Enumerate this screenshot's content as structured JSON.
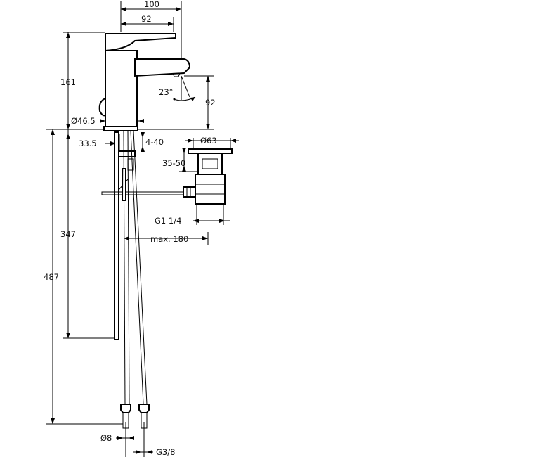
{
  "colors": {
    "line": "#000000",
    "background": "#ffffff"
  },
  "dimensions": {
    "width_total": "100",
    "width_spout": "92",
    "height_body": "161",
    "spout_height": "92",
    "angle": "23°",
    "base_diameter": "Ø46.5",
    "bracket_offset": "33.5",
    "counter_thickness": "4-40",
    "waste_diameter": "Ø63",
    "waste_height": "35-50",
    "thread_waste": "G1 1/4",
    "max_length": "max. 180",
    "hose_length_lower": "347",
    "hose_length_total": "487",
    "hose_diameter": "Ø8",
    "hose_thread": "G3/8"
  }
}
